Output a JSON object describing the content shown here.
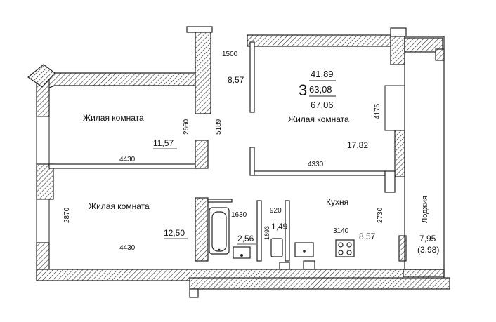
{
  "summary": {
    "rooms_count": "3",
    "living_area": "41,89",
    "total_area": "63,08",
    "total_with_loggia": "67,06"
  },
  "rooms": {
    "room1": {
      "label": "Жилая комната",
      "area": "11,57",
      "width": "4430",
      "height": "2660"
    },
    "room2": {
      "label": "Жилая комната",
      "area": "12,50",
      "width": "4430",
      "height": "2870"
    },
    "room3": {
      "label": "Жилая комната",
      "area": "17,82",
      "width": "4330",
      "height": "4175"
    },
    "kitchen": {
      "label": "Кухня",
      "area": "8,57",
      "width": "3140",
      "height": "2730"
    },
    "hall": {
      "area": "8,57",
      "width": "1500",
      "length": "5189"
    },
    "bathroom": {
      "area": "2,56",
      "width": "1630"
    },
    "toilet": {
      "area": "1,49",
      "width": "920",
      "depth": "1693"
    },
    "loggia": {
      "label": "Лоджия",
      "area": "7,95",
      "area_reduced": "(3,98)"
    }
  }
}
